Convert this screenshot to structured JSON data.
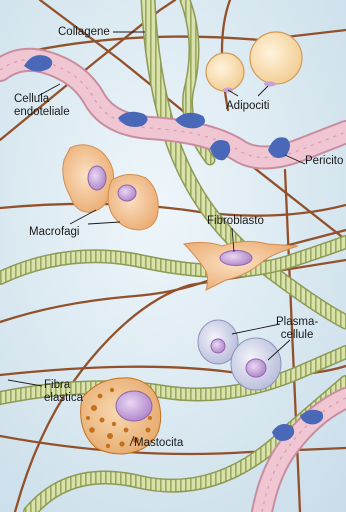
{
  "labels": {
    "collagene": "Collagene",
    "cellula_line1": "Cellula",
    "cellula_line2": "endoteliale",
    "adipociti": "Adipociti",
    "pericito": "Pericito",
    "macrofagi": "Macrofagi",
    "fibroblasto": "Fibroblasto",
    "plasma_line1": "Plasma-",
    "plasma_line2": "cellule",
    "fibra_line1": "Fibra",
    "fibra_line2": "elastica",
    "mastocita": "Mastocita"
  },
  "colors": {
    "background": "#dcebf3",
    "elastic_fiber": "#93512b",
    "collagen_fill": "#d8e2aa",
    "collagen_band": "#9aa860",
    "capillary": "#efc2cf",
    "pericyte": "#4a68b8",
    "adipocyte": "#f8dcaa",
    "macrophage": "#f2c08a",
    "nucleus": "#c7a1d9",
    "plasma_cell": "#c9cde3",
    "mast_granule": "#c4701f"
  }
}
